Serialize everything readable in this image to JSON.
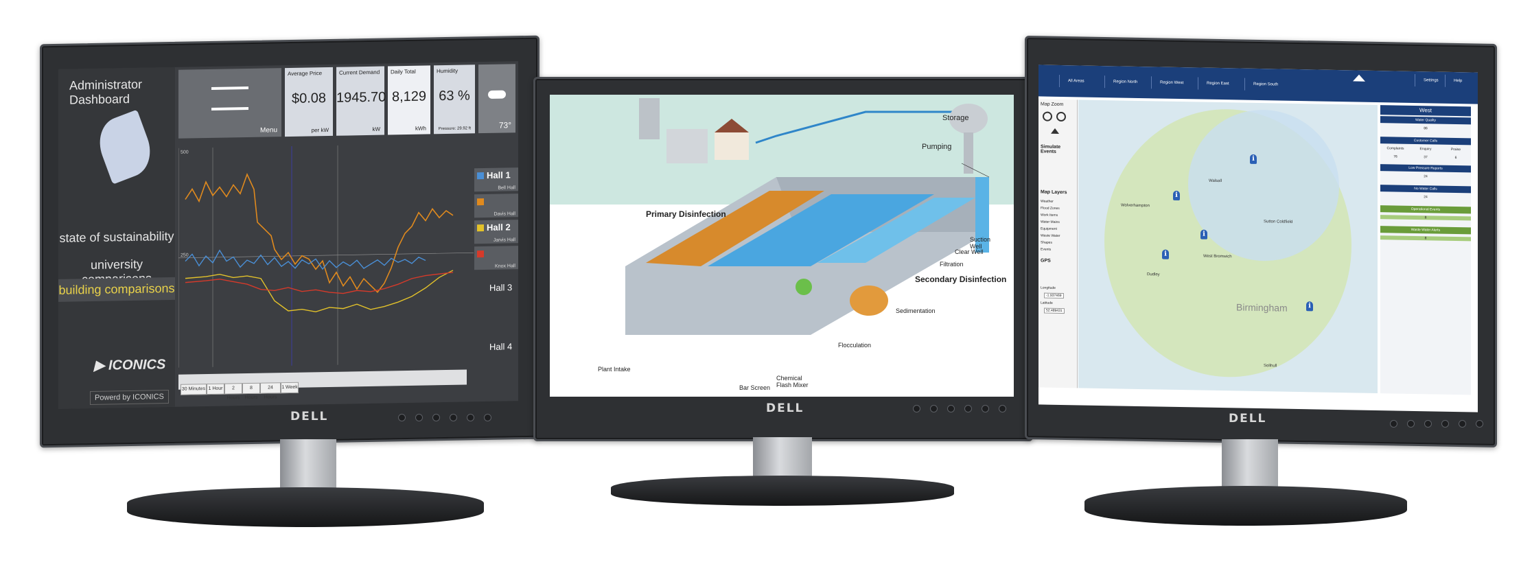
{
  "monitor_brand": "DELL",
  "dashboard": {
    "title": "Administrator Dashboard",
    "nav": [
      "state of sustainability",
      "university comparisons",
      "building comparisons"
    ],
    "active_nav": "building comparisons",
    "logo": "ICONICS",
    "powered_by": "Powerd by ICONICS",
    "tiles": {
      "menu": "Menu",
      "avg_price": {
        "label": "Average Price",
        "value": "$0.08",
        "unit": "per kW"
      },
      "demand": {
        "label": "Current Demand",
        "value": "1945.70",
        "unit": "kW"
      },
      "daily": {
        "label": "Daily Total",
        "value": "8,129",
        "unit": "kWh"
      },
      "humidity": {
        "label": "Humidity",
        "value": "63 %",
        "unit": "Pressure: 29.92 ft"
      },
      "weather": {
        "value": "73°"
      }
    },
    "y_ticks": [
      "500",
      "250"
    ],
    "legend": [
      {
        "name": "Hall 1",
        "sub": "Bell Hall",
        "color": "#4a8fd6"
      },
      {
        "name": "",
        "sub": "Davis Hall",
        "color": "#e08a1e"
      },
      {
        "name": "Hall 2",
        "sub": "Jarvis Hall",
        "color": "#e3c22a"
      },
      {
        "name": "",
        "sub": "Knox Hall",
        "color": "#d63a2a"
      }
    ],
    "halls": [
      "Hall 3",
      "Hall 4"
    ],
    "time_buttons": [
      "30 Minutes",
      "1 Hour",
      "2 Hours",
      "8 Hours",
      "24 Hours",
      "1 Week"
    ]
  },
  "process": {
    "labels": {
      "storage": "Storage",
      "pumping": "Pumping",
      "primary": "Primary Disinfection",
      "secondary": "Secondary Disinfection",
      "suction": "Suction Well",
      "clearwell": "Clear Well",
      "filtration": "Filtration",
      "sedimentation": "Sedimentation",
      "flocculation": "Flocculation",
      "mixer": "Chemical Flash Mixer",
      "screen": "Bar Screen",
      "intake": "Plant Intake"
    }
  },
  "map_app": {
    "tabs": [
      "All Areas",
      "Region North",
      "Region West",
      "Region East",
      "Region South"
    ],
    "top_right": [
      "Settings",
      "Help"
    ],
    "left_panel": {
      "zoom": "Map Zoom",
      "events": "Simulate Events",
      "layers_title": "Map Layers",
      "layers": [
        "Weather",
        "Flood Zones",
        "Work Items",
        "Water Mains",
        "Equipment",
        "Waste Water",
        "Shapes",
        "Events"
      ],
      "gps": "GPS",
      "longitude": "Longitude",
      "latitude": "Latitude",
      "lng_val": "-1.937469",
      "lat_val": "52.489431"
    },
    "places": [
      "Wolverhampton",
      "Walsall",
      "Sutton Coldfield",
      "Dudley",
      "West Bromwich",
      "Birmingham",
      "Solihull"
    ],
    "right_panel": {
      "region": "West",
      "water_quality": "Water Quality",
      "wq_val": "86",
      "customer_calls": "Customer Calls",
      "calls_cols": [
        "Complaints",
        "Enquiry",
        "Praise"
      ],
      "calls_vals": [
        "76",
        "37",
        "6"
      ],
      "low_pressure": "Low Pressure Reports",
      "lp_val": "24",
      "no_water": "No Water Calls",
      "nw_val": "24",
      "ops": "Operational Events",
      "ops_val": "8",
      "waste": "Waste Water Alerts",
      "waste_val": "8"
    }
  },
  "colors": {
    "bezel": "#2e3033",
    "dashboard_bg": "#3c3e42",
    "map_bar": "#1b3f7a",
    "green": "#6a9c3a"
  }
}
